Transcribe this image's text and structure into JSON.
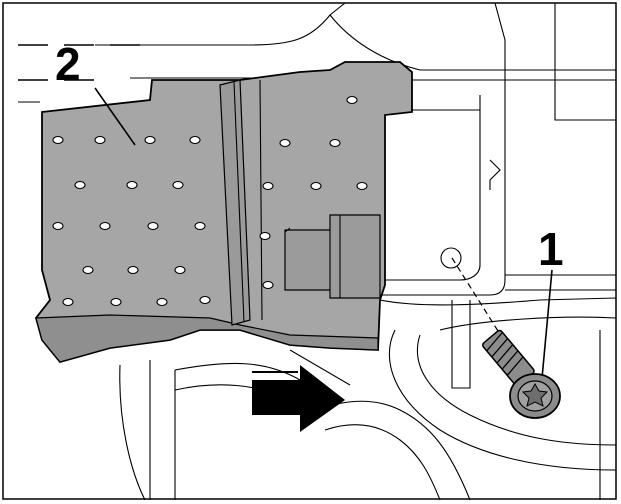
{
  "diagram": {
    "callouts": [
      {
        "id": "1",
        "text": "1"
      },
      {
        "id": "2",
        "text": "2"
      }
    ],
    "colors": {
      "panel_fill": "#a6a6a6",
      "panel_dark": "#7f7f7f",
      "bolt_fill": "#8c8c8c",
      "line": "#000000",
      "background": "#ffffff"
    },
    "icons": [
      "arrow-right-icon",
      "torx-bolt-icon"
    ]
  }
}
